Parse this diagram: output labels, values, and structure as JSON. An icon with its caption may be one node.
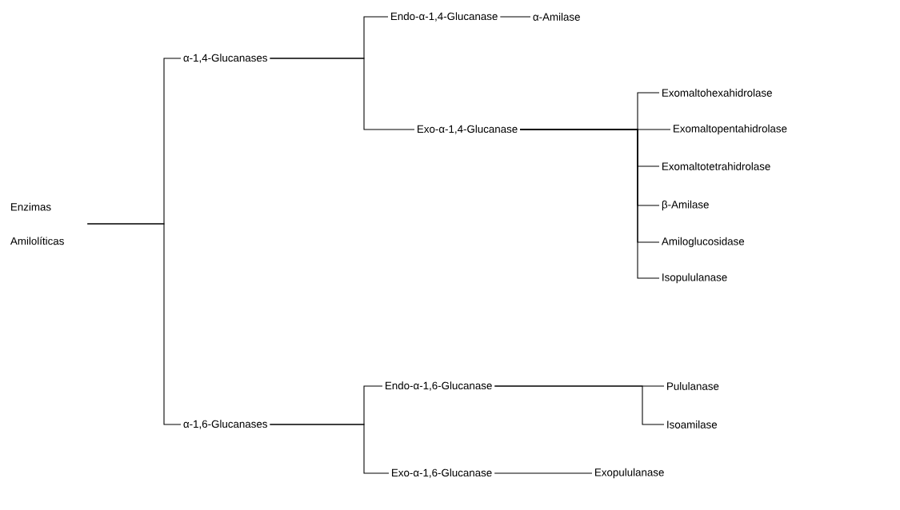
{
  "diagram": {
    "nodes": [
      {
        "text": [
          "Enzimas Amilolíticas"
        ]
      },
      {
        "text": [
          "α-1,4-Glucanases"
        ]
      },
      {
        "text": [
          "Endo-α-1,4-Glucanase"
        ]
      },
      {
        "text": [
          "α-Amilase"
        ]
      },
      {
        "text": [
          "Exo-α-1,4-Glucanase"
        ]
      },
      {
        "text": [
          "Exomaltohexahidrolase"
        ]
      },
      {
        "text": [
          "Exomaltopentahidrolase"
        ]
      },
      {
        "text": [
          "Exomaltotetrahidrolase"
        ]
      },
      {
        "text": [
          "β-Amilase"
        ]
      },
      {
        "text": [
          "Amiloglucosidase"
        ]
      },
      {
        "text": [
          "Isopululanase"
        ]
      },
      {
        "text": [
          "α-1,6-Glucanases"
        ]
      },
      {
        "text": [
          "Endo-α-1,6-Glucanase"
        ]
      },
      {
        "text": [
          "Pululanase"
        ]
      },
      {
        "text": [
          "Isoamilase"
        ]
      },
      {
        "text": [
          "Exo-α-1,6-Glucanase"
        ]
      },
      {
        "text": [
          "Exopululanase"
        ]
      }
    ],
    "edges": [
      {
        "from": 0,
        "to": 1,
        "arrow": "none"
      },
      {
        "from": 0,
        "to": 11,
        "arrow": "none"
      },
      {
        "from": 1,
        "to": 2,
        "arrow": "none"
      },
      {
        "from": 1,
        "to": 4,
        "arrow": "none"
      },
      {
        "from": 2,
        "to": 3,
        "arrow": "none"
      },
      {
        "from": 4,
        "to": 5,
        "arrow": "none"
      },
      {
        "from": 4,
        "to": 6,
        "arrow": "none"
      },
      {
        "from": 4,
        "to": 7,
        "arrow": "none"
      },
      {
        "from": 4,
        "to": 8,
        "arrow": "none"
      },
      {
        "from": 4,
        "to": 9,
        "arrow": "none"
      },
      {
        "from": 4,
        "to": 10,
        "arrow": "none"
      },
      {
        "from": 11,
        "to": 12,
        "arrow": "none"
      },
      {
        "from": 11,
        "to": 15,
        "arrow": "none"
      },
      {
        "from": 12,
        "to": 13,
        "arrow": "none"
      },
      {
        "from": 12,
        "to": 14,
        "arrow": "none"
      },
      {
        "from": 15,
        "to": 16,
        "arrow": "none"
      }
    ]
  }
}
